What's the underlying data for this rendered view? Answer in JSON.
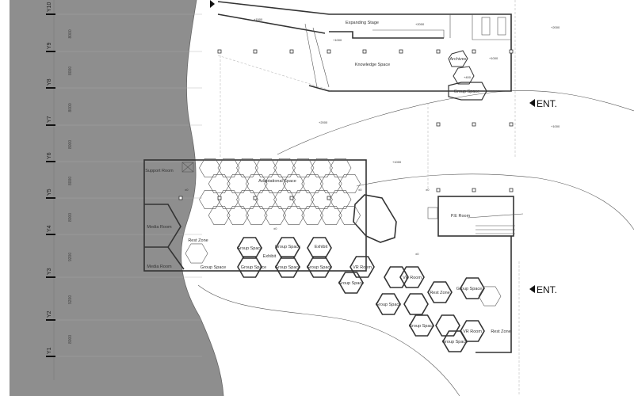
{
  "axis": {
    "labels": [
      "Y10",
      "Y9",
      "Y8",
      "Y7",
      "Y6",
      "Y5",
      "Y4",
      "Y3",
      "Y2",
      "Y1"
    ],
    "spacings": [
      "8000",
      "8000",
      "8000",
      "8000",
      "8000",
      "8000",
      "9200",
      "9200",
      "8000"
    ]
  },
  "rooms": {
    "expanding_stage": "Expanding Stage",
    "knowledge_space": "Knowledge Space",
    "archives": "Archives",
    "group_space_north": "Group Space",
    "support_room": "Support Room",
    "adaptational_space": "Adaptational Space",
    "media_room_1": "Media Room",
    "media_room_2": "Media Room",
    "rest_zone_1": "Rest Zone",
    "rest_zone_2": "Rest Zone",
    "rest_zone_3": "Rest Zone",
    "pe_room": "P.E Room",
    "exhibit_1": "Exhibit",
    "exhibit_2": "Exhibit",
    "vr_room_1": "VR Room",
    "vr_room_2": "VR Room",
    "vr_room_3": "VR Room",
    "group_space": "Group Space"
  },
  "entrances": [
    "ENT.",
    "ENT."
  ],
  "levels": [
    "+1500",
    "+2000",
    "+1000",
    "+2000",
    "+1000",
    "+400",
    "+2000",
    "+1000",
    "+1000",
    "±0",
    "±0",
    "±0",
    "±0",
    "±0"
  ]
}
